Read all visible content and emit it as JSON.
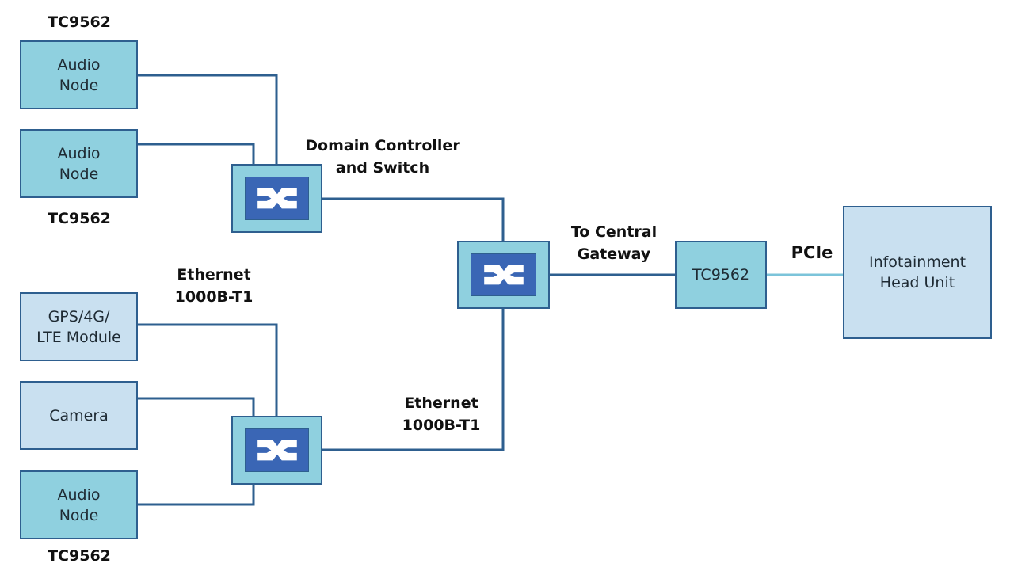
{
  "colors": {
    "node_fill": "#8fd0df",
    "light_fill": "#c9e0f0",
    "wire": "#2e5f8f",
    "pcie_wire": "#7cc4da",
    "switch_inner": "#3a66b5"
  },
  "labels": {
    "tc_top": "TC9562",
    "tc_mid": "TC9562",
    "tc_bottom": "TC9562",
    "domain_controller": "Domain Controller\nand Switch",
    "ethernet_top": "Ethernet\n1000B-T1",
    "ethernet_bottom": "Ethernet\n1000B-T1",
    "to_central_gateway": "To Central\nGateway",
    "pcie": "PCIe"
  },
  "nodes": {
    "audio_node_1": "Audio\nNode",
    "audio_node_2": "Audio\nNode",
    "gps_module": "GPS/4G/\nLTE Module",
    "camera": "Camera",
    "audio_node_3": "Audio\nNode",
    "tc9562_bridge": "TC9562",
    "infotainment": "Infotainment\nHead Unit"
  },
  "switches": [
    "switch-top",
    "switch-center",
    "switch-bottom"
  ]
}
